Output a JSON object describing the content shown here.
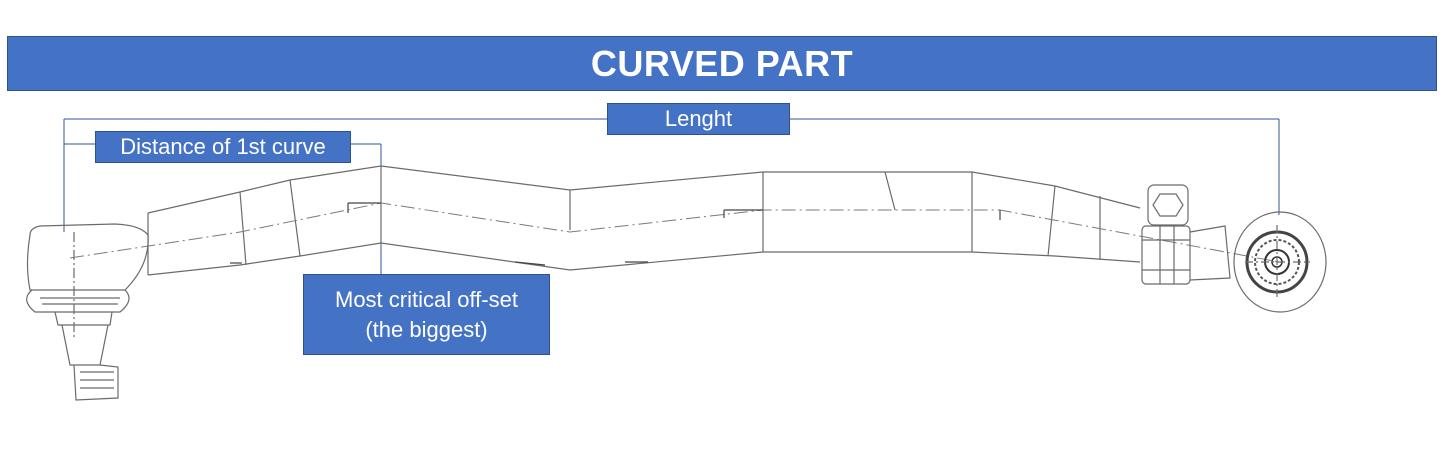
{
  "title": "CURVED PART",
  "labels": {
    "length": "Lenght",
    "distance_first_curve": "Distance of 1st curve",
    "offset_line1": "Most critical off-set",
    "offset_line2": "(the biggest)"
  },
  "colors": {
    "accent": "#4472c4",
    "accent_border": "#2f528f",
    "drawing_line": "#6b6b6b",
    "dimension_line": "#2f5597"
  }
}
